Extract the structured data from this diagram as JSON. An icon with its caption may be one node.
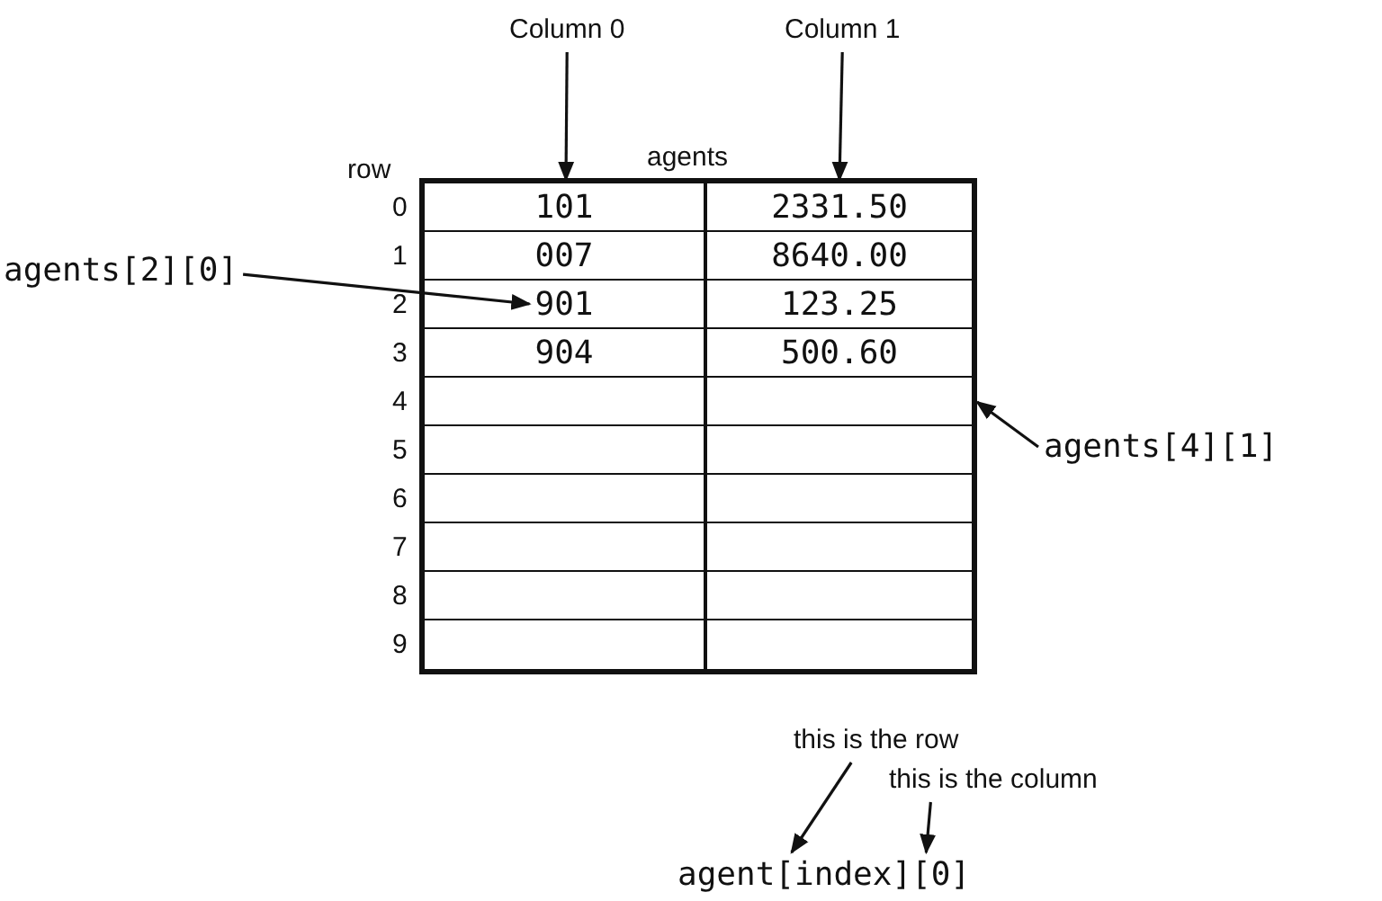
{
  "diagram": {
    "nodes": [
      {
        "text": [
          "Column 0"
        ]
      },
      {
        "text": [
          "Column 1"
        ]
      },
      {
        "text": [],
        "shape": "box"
      },
      {
        "text": [],
        "shape": "box"
      },
      {
        "text": [
          "agents[2][0]"
        ]
      },
      {
        "text": [
          "901"
        ],
        "in": 2
      },
      {
        "text": [
          "agents[4][1]"
        ]
      },
      {
        "text": [],
        "shape": "box",
        "in": 3
      },
      {
        "text": [
          "this is the row"
        ]
      },
      {
        "text": [
          "this is the column"
        ]
      },
      {
        "text": [
          "agent[index][0]"
        ]
      }
    ],
    "edges": [
      {
        "from": 0,
        "to": 2,
        "arrow": "to"
      },
      {
        "from": 1,
        "to": 3,
        "arrow": "to"
      },
      {
        "from": 4,
        "to": 5,
        "arrow": "to"
      },
      {
        "from": 6,
        "to": 7,
        "arrow": "to"
      },
      {
        "from": 8,
        "to": 10,
        "arrow": "to"
      },
      {
        "from": 9,
        "to": 10,
        "arrow": "to"
      }
    ],
    "labels": [
      "agents",
      "row",
      "0",
      "101",
      "2331.50",
      "1",
      "007",
      "8640.00",
      "2",
      "123.25",
      "3",
      "904",
      "500.60",
      "4",
      "5",
      "6",
      "7",
      "8",
      "9"
    ]
  }
}
